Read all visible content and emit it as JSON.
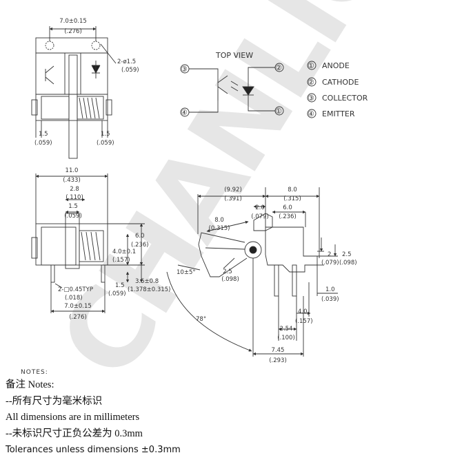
{
  "watermark": "CHANLIGHT",
  "top_view": {
    "title": "TOP VIEW",
    "pins": [
      {
        "num": "①",
        "name": "ANODE"
      },
      {
        "num": "②",
        "name": "CATHODE"
      },
      {
        "num": "③",
        "name": "COLLECTOR"
      },
      {
        "num": "④",
        "name": "EMITTER"
      }
    ],
    "schematic_pins": {
      "top_left": "③",
      "bottom_left": "④",
      "top_right": "②",
      "bottom_right": "①"
    }
  },
  "front_view": {
    "width_mm": "7.0±0.15",
    "width_in": "(.276)",
    "hole_mm": "2-ø1.5",
    "hole_in": "(.059)",
    "left_mm": "1.5",
    "left_in": "(.059)",
    "right_mm": "1.5",
    "right_in": "(.059)"
  },
  "side_view": {
    "total_mm": "11.0",
    "total_in": "(.433)",
    "d28_mm": "2.8",
    "d28_in": "(.110)",
    "d15_mm": "1.5",
    "d15_in": "(.059)",
    "h60_mm": "6.0",
    "h60_in": "(.236)",
    "h40_mm": "4.0±0.1",
    "h40_in": "(.157)",
    "h15_mm": "1.5",
    "h15_in": "(.059)",
    "lead_mm": "3.5±0.8",
    "lead_in": "(1.378±0.315)",
    "pin_mm": "2-□0.45TYP",
    "pin_in": "(.018)",
    "bottom_mm": "7.0±0.15",
    "bottom_in": "(.276)"
  },
  "lever_view": {
    "d992_mm": "(9.92)",
    "d992_in": "(.391)",
    "d80a_mm": "8.0",
    "d80a_in": "(.315)",
    "d20_mm": "2.0",
    "d20_in": "(.079)",
    "d60_mm": "6.0",
    "d60_in": "(.236)",
    "d80b_mm": "8.0",
    "d80b_in": "(0.315)",
    "angle_a": "10±5°",
    "d25a_mm": "2.5",
    "d25a_in": "(.098)",
    "d2_mm": "2",
    "d2_in": "(.079)",
    "d25b_mm": "2.5",
    "d25b_in": "(.098)",
    "d10_mm": "1.0",
    "d10_in": "(.039)",
    "d40_mm": "4.0",
    "d40_in": "(.157)",
    "d254_mm": "2.54",
    "d254_in": "(.100)",
    "d745_mm": "7.45",
    "d745_in": "(.293)",
    "angle_b": "78°"
  },
  "notes": {
    "cut_heading": "NOTES:",
    "heading": "备注 Notes:",
    "line1": "--所有尺寸为毫米标识",
    "line2": "All dimensions are in millimeters",
    "line3": "--未标识尺寸正负公差为 0.3mm",
    "line4": "Tolerances unless dimensions ±0.3mm"
  }
}
